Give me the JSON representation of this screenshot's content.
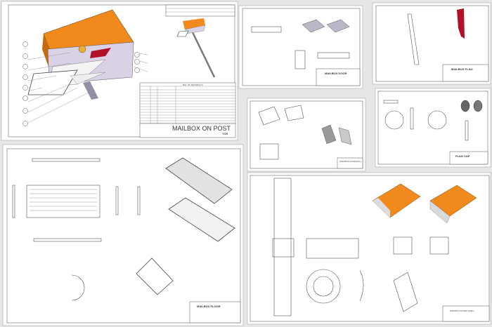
{
  "colors": {
    "body_orange": "#f08a1c",
    "shell_lavender": "#d9d2e6",
    "flag_red": "#b0102a",
    "background": "#e6e6e6"
  },
  "sheets": [
    {
      "id": "assembly",
      "title": "MAILBOX ON POST",
      "bom_title": "BILL OF MATERIALS",
      "logo": "TCR"
    },
    {
      "id": "door",
      "title": "MAILBOX DOOR"
    },
    {
      "id": "flag",
      "title": "MAILBOX FLAG"
    },
    {
      "id": "door-pull",
      "title": "MAILBOX DOOR PULL"
    },
    {
      "id": "flag-cap",
      "title": "FLAG CAP"
    },
    {
      "id": "floor",
      "title": "MAILBOX FLOOR"
    },
    {
      "id": "outer-shell",
      "title": "MAILBOX OUTER SHELL"
    }
  ]
}
